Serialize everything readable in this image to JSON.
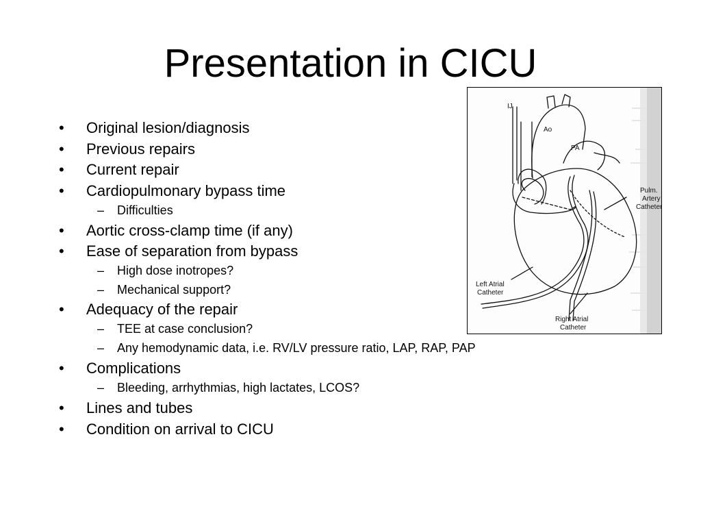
{
  "slide": {
    "title": "Presentation in CICU",
    "items": [
      {
        "level": 1,
        "text": "Original lesion/diagnosis"
      },
      {
        "level": 1,
        "text": "Previous repairs"
      },
      {
        "level": 1,
        "text": "Current repair"
      },
      {
        "level": 1,
        "text": "Cardiopulmonary bypass time"
      },
      {
        "level": 2,
        "text": "Difficulties"
      },
      {
        "level": 1,
        "text": "Aortic cross-clamp time (if any)"
      },
      {
        "level": 1,
        "text": "Ease of separation from bypass"
      },
      {
        "level": 2,
        "text": "High dose inotropes?"
      },
      {
        "level": 2,
        "text": "Mechanical support?"
      },
      {
        "level": 1,
        "text": "Adequacy of the repair"
      },
      {
        "level": 2,
        "text": "TEE at case conclusion?"
      },
      {
        "level": 2,
        "text": "Any hemodynamic data, i.e. RV/LV pressure ratio, LAP, RAP, PAP"
      },
      {
        "level": 1,
        "text": "Complications"
      },
      {
        "level": 2,
        "text": "Bleeding, arrhythmias, high lactates, LCOS?"
      },
      {
        "level": 1,
        "text": "Lines and tubes"
      },
      {
        "level": 1,
        "text": "Condition on arrival to CICU"
      }
    ],
    "bullet_marker": "•",
    "sub_marker": "–"
  },
  "figure": {
    "labels": {
      "ij": "IJ",
      "ao": "Ao",
      "pa": "PA",
      "pulm_1": "Pulm.",
      "pulm_2": "Artery",
      "pulm_3": "Catheter",
      "la_1": "Left Atrial",
      "la_2": "Catheter",
      "ra_1": "Right Atrial",
      "ra_2": "Catheter"
    }
  }
}
